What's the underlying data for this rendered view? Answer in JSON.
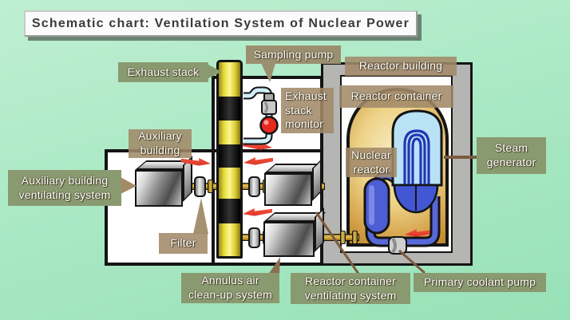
{
  "title": "Schematic chart: Ventilation System of Nuclear Power",
  "labels": {
    "exhaust_stack": "Exhaust stack",
    "sampling_pump": "Sampling pump",
    "reactor_building": "Reactor building",
    "reactor_container": "Reactor container",
    "exhaust_stack_monitor": "Exhaust\nstack\nmonitor",
    "auxiliary_building": "Auxiliary\nbuilding",
    "aux_vent_system": "Auxiliary building\nventilating system",
    "filter": "Filter",
    "annulus_system": "Annulus air\nclean-up system",
    "reactor_vent_system": "Reactor container\nventilating system",
    "primary_coolant_pump": "Primary coolant pump",
    "steam_generator": "Steam\ngenerator",
    "nuclear_reactor": "Nuclear\nreactor"
  },
  "colors": {
    "background_green": "#a9e8c3",
    "label_green": "#8a9a70",
    "label_brown": "rgba(162,138,106,0.88)",
    "stack_yellow": "#f2e73e",
    "pipe_gold": "#c9a232",
    "arrow_red": "#e23a2b",
    "coolant_blue": "#5868d8",
    "steam_generator_blue": "#b9e2f6",
    "dome_gold": "#e6c876",
    "monitor_red": "#e8281e"
  }
}
